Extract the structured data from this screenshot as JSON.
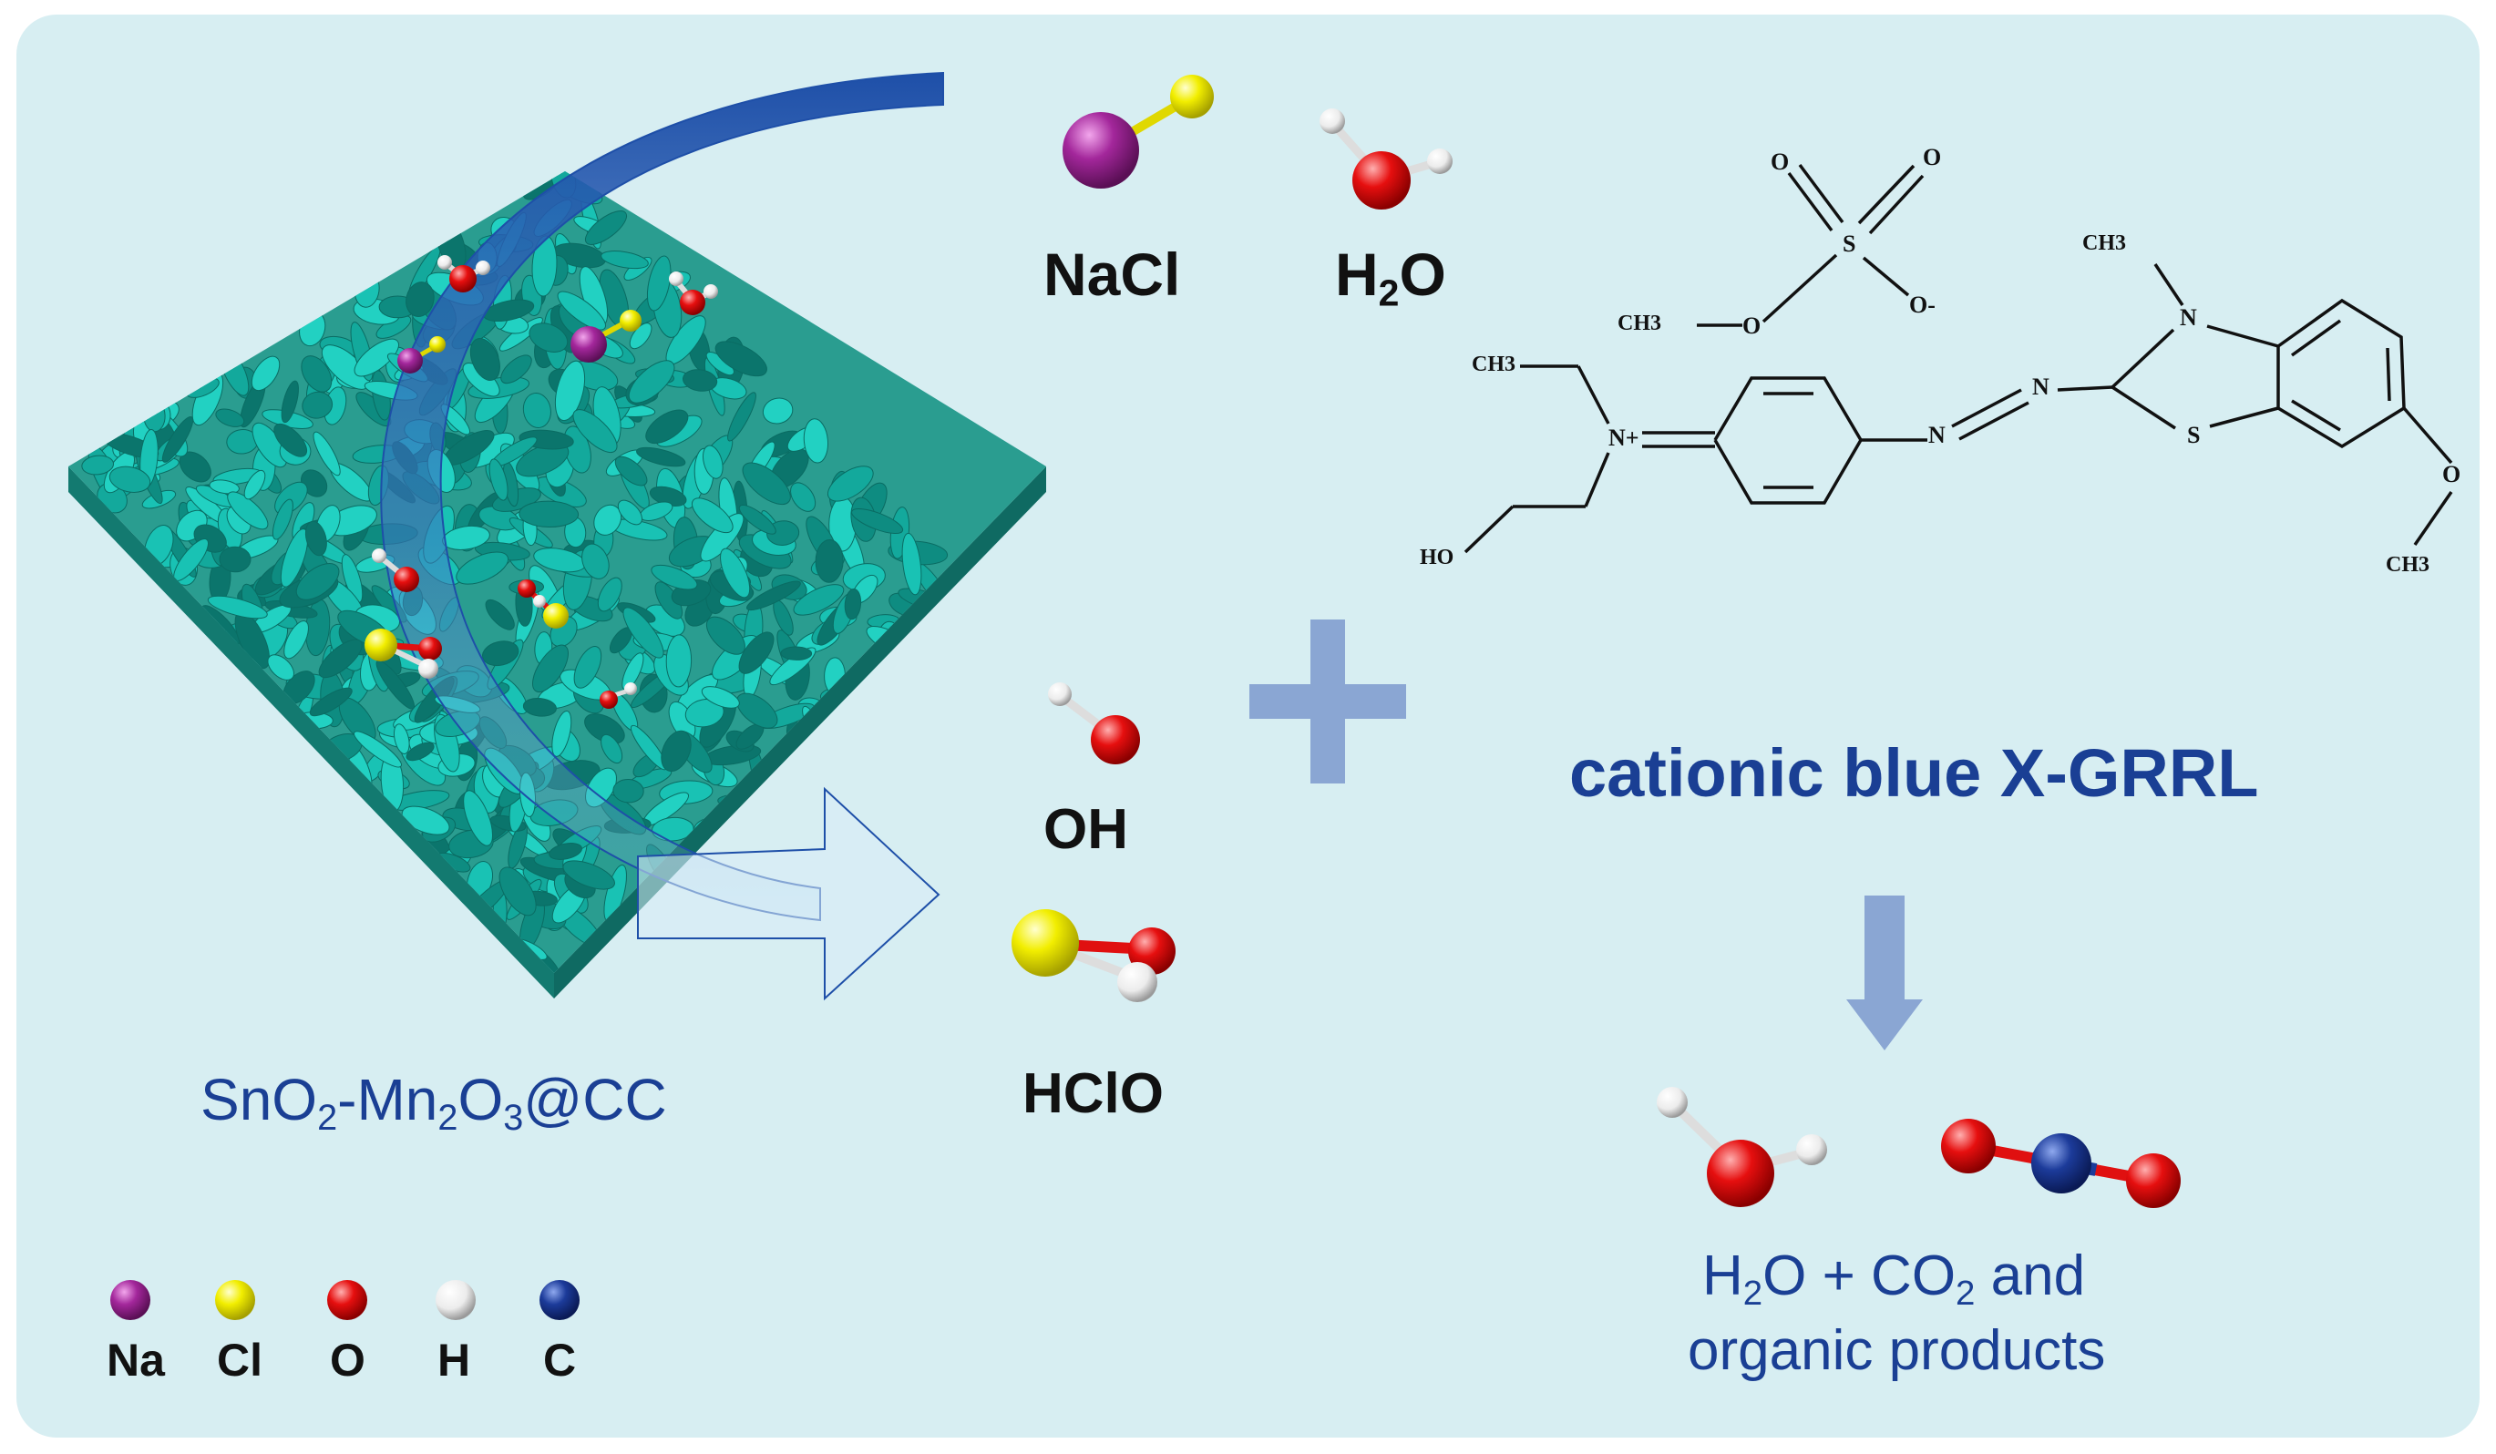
{
  "catalyst": {
    "label_parts": [
      "SnO",
      "2",
      "-Mn",
      "2",
      "O",
      "3",
      "@CC"
    ]
  },
  "reactants": {
    "nacl": "NaCl",
    "h2o_main": "H",
    "h2o_sub": "2",
    "h2o_tail": "O"
  },
  "products": {
    "oh": "OH",
    "hclo": "HClO"
  },
  "dye": {
    "name": "cationic blue X-GRRL",
    "structure_labels": {
      "o1": "O",
      "o2": "O",
      "s": "S",
      "o_minus": "O-",
      "o_ester": "O",
      "ch3_sulfate": "CH3",
      "ch3_ethyl": "CH3",
      "n_plus": "N+",
      "ho": "HO",
      "n_azo1": "N",
      "n_azo2": "N",
      "ch3_n": "CH3",
      "n_ring": "N",
      "s_ring": "S",
      "och3": "CH3"
    }
  },
  "final_products": {
    "line1_parts": [
      "H",
      "2",
      "O + CO",
      "2",
      " and"
    ],
    "line2": "organic products"
  },
  "legend": [
    {
      "symbol": "Na",
      "color": "#a3279b"
    },
    {
      "symbol": "Cl",
      "color": "#f2ee00"
    },
    {
      "symbol": "O",
      "color": "#e60f0f"
    },
    {
      "symbol": "H",
      "color": "#f3f3f3"
    },
    {
      "symbol": "C",
      "color": "#1c3b9a"
    }
  ],
  "colors": {
    "background": "#d7eef2",
    "text_blue": "#1a3f94",
    "plus_sign": "#8aa6d3",
    "down_arrow": "#8aa6d3",
    "catalyst_teal": "#1fb5a8",
    "curved_arrow": "#1e4fa8"
  }
}
